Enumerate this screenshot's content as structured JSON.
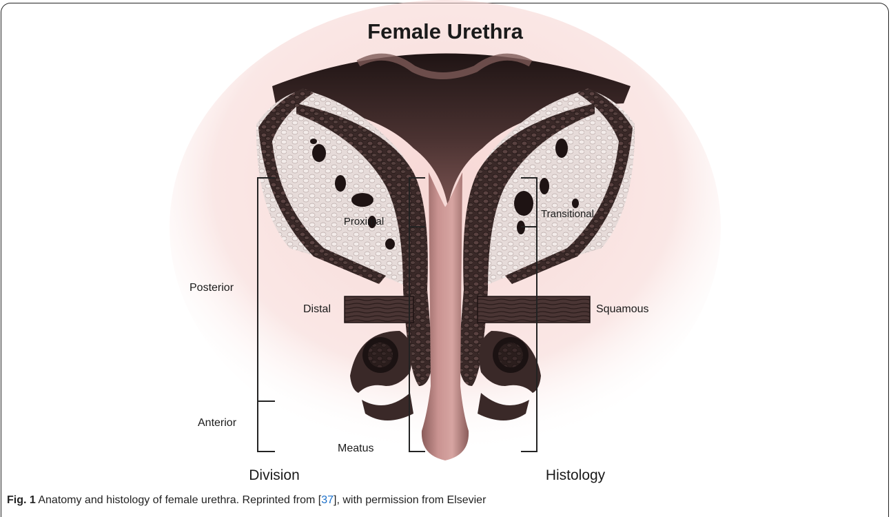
{
  "figure": {
    "title": "Female Urethra",
    "labels": {
      "proximal": "Proximal",
      "transitional": "Transitional",
      "posterior": "Posterior",
      "distal": "Distal",
      "squamous": "Squamous",
      "anterior": "Anterior",
      "meatus": "Meatus",
      "division": "Division",
      "histology": "Histology"
    }
  },
  "caption": {
    "label": "Fig. 1",
    "text_before_ref": " Anatomy and histology of female urethra. Reprinted from [",
    "ref": "37",
    "text_after_ref": "], with permission from Elsevier"
  },
  "colors": {
    "muscle": "#3d2b2a",
    "tissue": "#e4d8d6",
    "urethra": "#c98f8d",
    "glow": "#f2c9c6"
  }
}
